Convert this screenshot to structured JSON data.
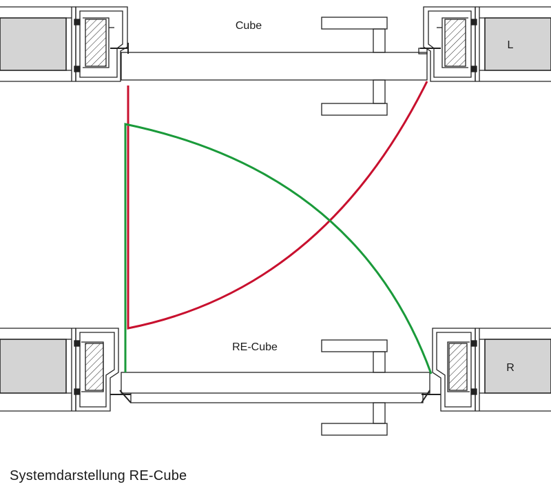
{
  "diagram": {
    "top_label": "Cube",
    "bottom_label": "RE-Cube",
    "left_marker": "L",
    "right_marker": "R",
    "colors": {
      "swing_red": "#c8102e",
      "swing_green": "#1a9a3a",
      "wall_fill": "#d4d4d4",
      "line": "#222222"
    }
  },
  "caption": "Systemdarstellung RE-Cube"
}
